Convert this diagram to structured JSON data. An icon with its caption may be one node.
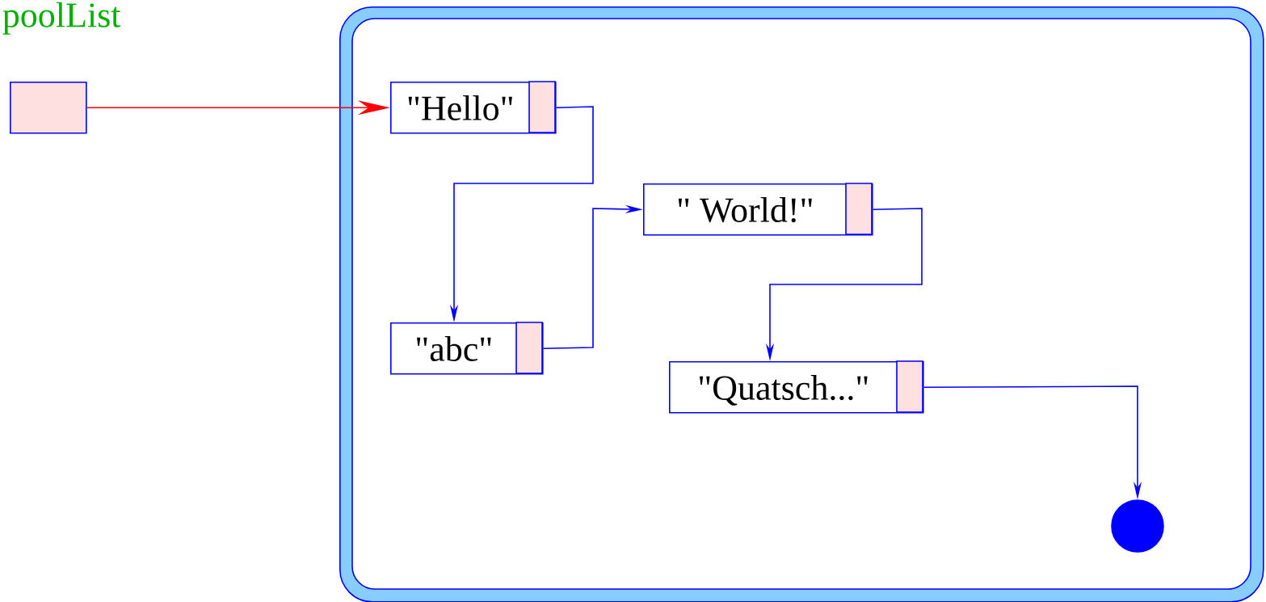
{
  "diagram": {
    "nodes": [
      {
        "text": [],
        "shape": "box"
      },
      {
        "text": [],
        "shape": "box"
      },
      {
        "text": [
          "\"Hello\""
        ],
        "in": 1
      },
      {
        "text": [
          "\"abc\""
        ],
        "in": 1
      },
      {
        "text": [
          "\" World!\""
        ],
        "in": 1
      },
      {
        "text": [
          "\"Quatsch...\""
        ],
        "in": 1
      },
      {
        "text": [],
        "shape": "circle",
        "in": 1
      }
    ],
    "edges": [
      {
        "from": 0,
        "to": 2,
        "arrow": "to",
        "color": "#ff0000"
      },
      {
        "from": 2,
        "to": 3,
        "arrow": "to"
      },
      {
        "from": 3,
        "to": 4,
        "arrow": "to"
      },
      {
        "from": 4,
        "to": 5,
        "arrow": "to"
      },
      {
        "from": 5,
        "to": 6,
        "arrow": "to"
      }
    ],
    "labels": [
      "poolList"
    ]
  }
}
